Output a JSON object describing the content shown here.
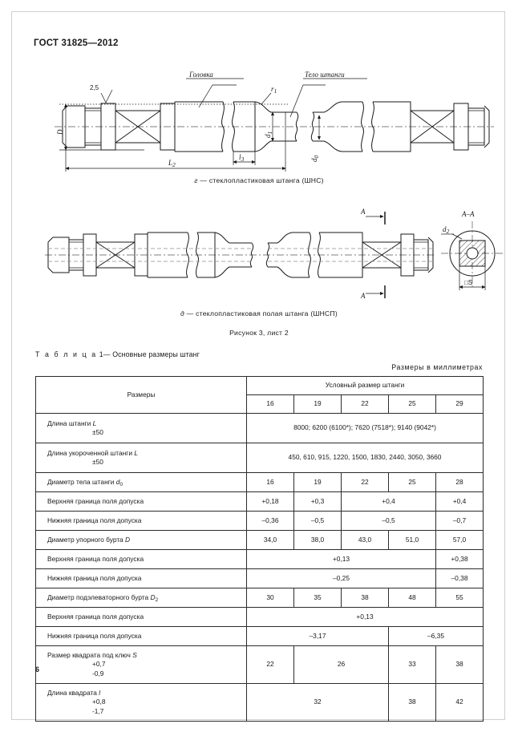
{
  "document": {
    "standard": "ГОСТ 31825—2012",
    "page_number": "6"
  },
  "figures": {
    "fig_g": {
      "labels": {
        "head": "Головка",
        "body": "Тело штанги",
        "roughness": "2,5",
        "dim_D": "D",
        "dim_d1": "d",
        "dim_d1_sub": "1",
        "dim_d0": "d",
        "dim_d0_sub": "0",
        "dim_r1": "r",
        "dim_r1_sub": "1",
        "dim_l3": "l",
        "dim_l3_sub": "3",
        "dim_L2": "L",
        "dim_L2_sub": "2"
      },
      "caption_letter": "г",
      "caption_text": "— стеклопластиковая штанга (ШНС)"
    },
    "fig_d": {
      "labels": {
        "section_mark_top": "A",
        "section_mark_bottom": "A",
        "section_view_title": "A–A",
        "dim_d2": "d",
        "dim_d2_sub": "2",
        "dim_S": "□S"
      },
      "caption_letter": "д",
      "caption_text": "— стеклопластиковая полая штанга (ШНСП)"
    },
    "figure_caption": "Рисунок 3, лист 2"
  },
  "table": {
    "title_prefix": "Т а б л и ц а",
    "title_number": "1",
    "title_text": "— Основные размеры штанг",
    "units_note": "Размеры в миллиметрах",
    "header": {
      "params_label": "Размеры",
      "group_label": "Условный размер штанги",
      "sizes": [
        "16",
        "19",
        "22",
        "25",
        "29"
      ]
    },
    "rows": [
      {
        "label_main": "Длина штанги",
        "label_var": "L",
        "label_tol": "±50",
        "cells": [
          {
            "text": "8000; 6200 (6100*); 7620 (7518*); 9140 (9042*)",
            "span": 5
          }
        ]
      },
      {
        "label_main": "Длина укороченной штанги",
        "label_var": "L",
        "label_tol": "±50",
        "cells": [
          {
            "text": "450, 610, 915, 1220, 1500, 1830, 2440, 3050, 3660",
            "span": 5
          }
        ]
      },
      {
        "label_main": "Диаметр тела штанги",
        "label_var": "d",
        "label_sub": "0",
        "cells": [
          {
            "text": "16",
            "span": 1
          },
          {
            "text": "19",
            "span": 1
          },
          {
            "text": "22",
            "span": 1
          },
          {
            "text": "25",
            "span": 1
          },
          {
            "text": "28",
            "span": 1
          }
        ]
      },
      {
        "label_main": "Верхняя граница поля допуска",
        "cells": [
          {
            "text": "+0,18",
            "span": 1
          },
          {
            "text": "+0,3",
            "span": 1
          },
          {
            "text": "+0,4",
            "span": 2
          },
          {
            "text": "+0,4",
            "span": 1
          }
        ]
      },
      {
        "label_main": "Нижняя граница поля допуска",
        "cells": [
          {
            "text": "–0,36",
            "span": 1
          },
          {
            "text": "–0,5",
            "span": 1
          },
          {
            "text": "–0,5",
            "span": 2
          },
          {
            "text": "–0,7",
            "span": 1
          }
        ]
      },
      {
        "label_main": "Диаметр упорного бурта",
        "label_var": "D",
        "cells": [
          {
            "text": "34,0",
            "span": 1
          },
          {
            "text": "38,0",
            "span": 1
          },
          {
            "text": "43,0",
            "span": 1
          },
          {
            "text": "51,0",
            "span": 1
          },
          {
            "text": "57,0",
            "span": 1
          }
        ]
      },
      {
        "label_main": "Верхняя граница поля допуска",
        "cells": [
          {
            "text": "+0,13",
            "span": 4
          },
          {
            "text": "+0,38",
            "span": 1
          }
        ]
      },
      {
        "label_main": "Нижняя граница поля допуска",
        "cells": [
          {
            "text": "–0,25",
            "span": 4
          },
          {
            "text": "–0,38",
            "span": 1
          }
        ]
      },
      {
        "label_main": "Диаметр подэлеваторного бурта",
        "label_var": "D",
        "label_sub": "2",
        "cells": [
          {
            "text": "30",
            "span": 1
          },
          {
            "text": "35",
            "span": 1
          },
          {
            "text": "38",
            "span": 1
          },
          {
            "text": "48",
            "span": 1
          },
          {
            "text": "55",
            "span": 1
          }
        ]
      },
      {
        "label_main": "Верхняя граница поля допуска",
        "cells": [
          {
            "text": "+0,13",
            "span": 5
          }
        ]
      },
      {
        "label_main": "Нижняя граница поля допуска",
        "cells": [
          {
            "text": "–3,17",
            "span": 3
          },
          {
            "text": "–6,35",
            "span": 2
          }
        ]
      },
      {
        "label_main": "Размер квадрата под ключ",
        "label_var": "S",
        "label_tol": "+0,7",
        "label_tol2": "-0,9",
        "cells": [
          {
            "text": "22",
            "span": 1
          },
          {
            "text": "26",
            "span": 2
          },
          {
            "text": "33",
            "span": 1
          },
          {
            "text": "38",
            "span": 1
          }
        ]
      },
      {
        "label_main": "Длина квадрата",
        "label_var": "l",
        "label_tol": "+0,8",
        "label_tol2": "-1,7",
        "cells": [
          {
            "text": "32",
            "span": 3
          },
          {
            "text": "38",
            "span": 1
          },
          {
            "text": "42",
            "span": 1
          }
        ]
      }
    ]
  }
}
